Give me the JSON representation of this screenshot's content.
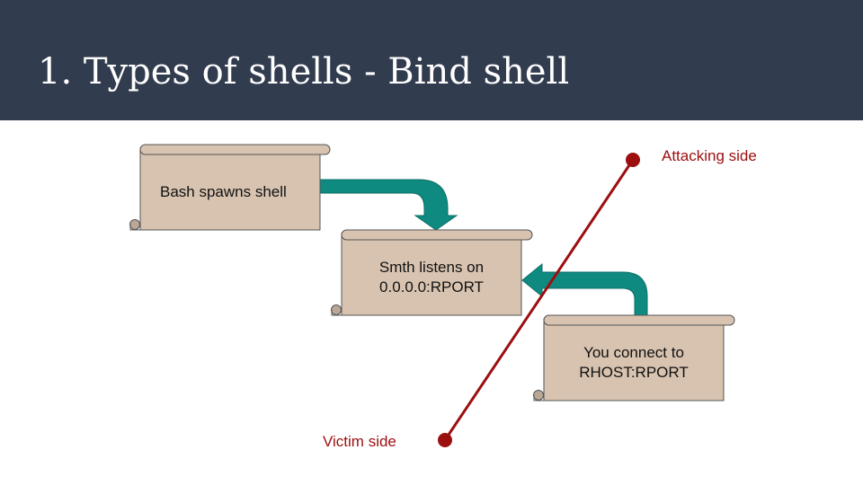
{
  "slide": {
    "title": "1. Types of shells - Bind shell"
  },
  "diagram": {
    "steps": [
      {
        "id": "bash-spawns",
        "label": "Bash spawns shell"
      },
      {
        "id": "listener",
        "label": "Smth listens on\n0.0.0.0:RPORT"
      },
      {
        "id": "connect",
        "label": "You connect to\nRHOST:RPORT"
      }
    ],
    "attacking_label": "Attacking side",
    "victim_label": "Victim side"
  },
  "colors": {
    "header_bg": "#323c4f",
    "scroll_fill": "#d8c3b0",
    "scroll_stroke": "#555555",
    "arrow_fill": "#0f8a80",
    "divider": "#9b0f0f"
  }
}
